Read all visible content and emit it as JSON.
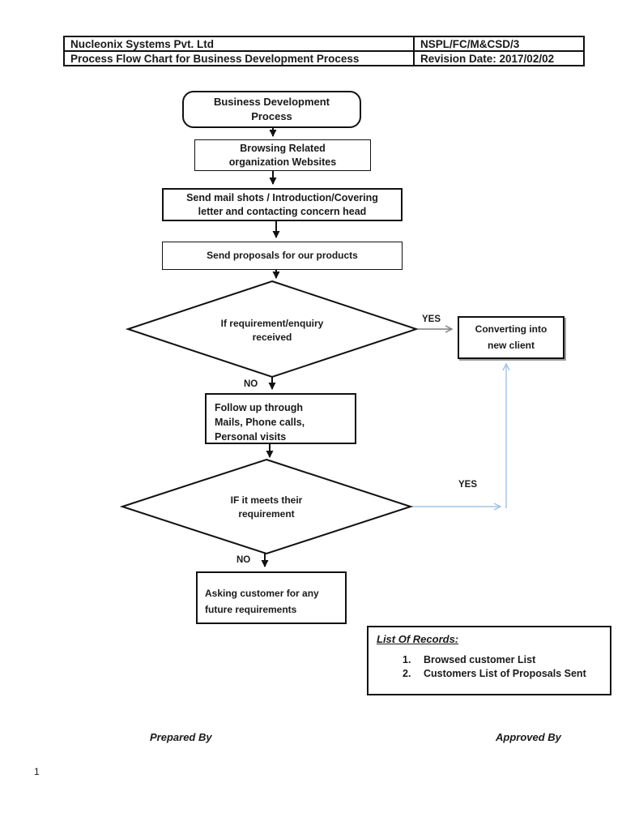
{
  "header": {
    "company": "Nucleonix Systems Pvt. Ltd",
    "doc_code": "NSPL/FC/M&CSD/3",
    "title": "Process Flow Chart for Business Development Process",
    "revision_date": "Revision Date:  2017/02/02"
  },
  "flowchart": {
    "start": "Business Development\nProcess",
    "browsing": "Browsing Related\norganization Websites",
    "mail_shots": "Send mail shots / Introduction/Covering\nletter and contacting concern head",
    "proposals": "Send proposals for our products",
    "decision_enquiry": "If requirement/enquiry\nreceived",
    "yes1": "YES",
    "no1": "NO",
    "converting": "Converting into\nnew client",
    "follow_up": "Follow up through\nMails, Phone calls,\nPersonal visits",
    "decision_meets": "IF it meets their\nrequirement",
    "yes2": "YES",
    "no2": "NO",
    "asking": "Asking customer for any\nfuture requirements"
  },
  "records": {
    "heading": "List Of Records:",
    "items": [
      {
        "num": "1.",
        "text": "Browsed customer List"
      },
      {
        "num": "2.",
        "text": "Customers List of Proposals Sent"
      }
    ]
  },
  "footer": {
    "prepared_by": "Prepared By",
    "approved_by": "Approved By",
    "page_number": "1"
  },
  "colors": {
    "ink": "#111111",
    "gray_arrow": "#7f7f7f",
    "blue_arrow": "#9dc3e6"
  }
}
